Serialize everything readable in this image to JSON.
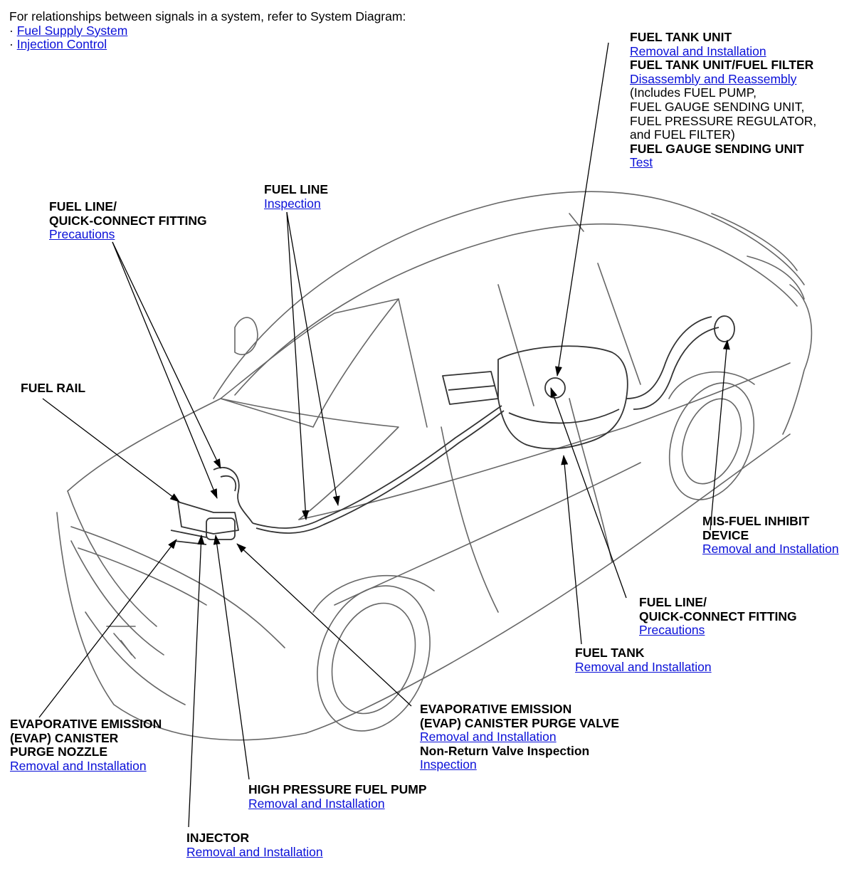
{
  "intro": {
    "text": "For relationships between signals in a system, refer to System Diagram:",
    "bullet": "·",
    "links": [
      "Fuel Supply System",
      "Injection Control"
    ]
  },
  "callouts": {
    "fuel_tank_unit": {
      "lines": [
        {
          "t": "h",
          "v": "FUEL TANK UNIT"
        },
        {
          "t": "a",
          "v": "Removal and Installation"
        },
        {
          "t": "h",
          "v": "FUEL TANK UNIT/FUEL FILTER"
        },
        {
          "t": "a",
          "v": "Disassembly and Reassembly"
        },
        {
          "t": "n",
          "v": "(Includes FUEL PUMP,"
        },
        {
          "t": "n",
          "v": "FUEL GAUGE SENDING UNIT,"
        },
        {
          "t": "n",
          "v": "FUEL PRESSURE REGULATOR,"
        },
        {
          "t": "n",
          "v": "and FUEL FILTER)"
        },
        {
          "t": "h",
          "v": "FUEL GAUGE SENDING UNIT"
        },
        {
          "t": "a",
          "v": "Test"
        }
      ]
    },
    "fuel_line_top": {
      "lines": [
        {
          "t": "h",
          "v": "FUEL LINE"
        },
        {
          "t": "a",
          "v": "Inspection"
        }
      ]
    },
    "fuel_line_qc_left": {
      "lines": [
        {
          "t": "h",
          "v": "FUEL LINE/"
        },
        {
          "t": "h",
          "v": "QUICK-CONNECT FITTING"
        },
        {
          "t": "a",
          "v": "Precautions"
        }
      ]
    },
    "fuel_rail": {
      "lines": [
        {
          "t": "h",
          "v": "FUEL RAIL"
        }
      ]
    },
    "mis_fuel": {
      "lines": [
        {
          "t": "h",
          "v": "MIS-FUEL INHIBIT"
        },
        {
          "t": "h",
          "v": "DEVICE"
        },
        {
          "t": "a",
          "v": "Removal and Installation"
        }
      ]
    },
    "fuel_line_qc_right": {
      "lines": [
        {
          "t": "h",
          "v": "FUEL LINE/"
        },
        {
          "t": "h",
          "v": "QUICK-CONNECT FITTING"
        },
        {
          "t": "a",
          "v": "Precautions"
        }
      ]
    },
    "fuel_tank": {
      "lines": [
        {
          "t": "h",
          "v": "FUEL TANK"
        },
        {
          "t": "a",
          "v": "Removal and Installation"
        }
      ]
    },
    "evap_valve": {
      "lines": [
        {
          "t": "h",
          "v": "EVAPORATIVE EMISSION"
        },
        {
          "t": "h",
          "v": "(EVAP) CANISTER PURGE VALVE"
        },
        {
          "t": "a",
          "v": "Removal and Installation"
        },
        {
          "t": "h",
          "v": "Non-Return Valve Inspection"
        },
        {
          "t": "a",
          "v": "Inspection"
        }
      ]
    },
    "evap_nozzle": {
      "lines": [
        {
          "t": "h",
          "v": "EVAPORATIVE EMISSION"
        },
        {
          "t": "h",
          "v": "(EVAP) CANISTER"
        },
        {
          "t": "h",
          "v": "PURGE NOZZLE"
        },
        {
          "t": "a",
          "v": "Removal and Installation"
        }
      ]
    },
    "hp_pump": {
      "lines": [
        {
          "t": "h",
          "v": "HIGH PRESSURE FUEL PUMP"
        },
        {
          "t": "a",
          "v": "Removal and Installation"
        }
      ]
    },
    "injector": {
      "lines": [
        {
          "t": "h",
          "v": "INJECTOR"
        },
        {
          "t": "a",
          "v": "Removal and Installation"
        }
      ]
    }
  },
  "colors": {
    "link": "#0a10d8",
    "drawing": "#555555",
    "leader": "#000000"
  }
}
